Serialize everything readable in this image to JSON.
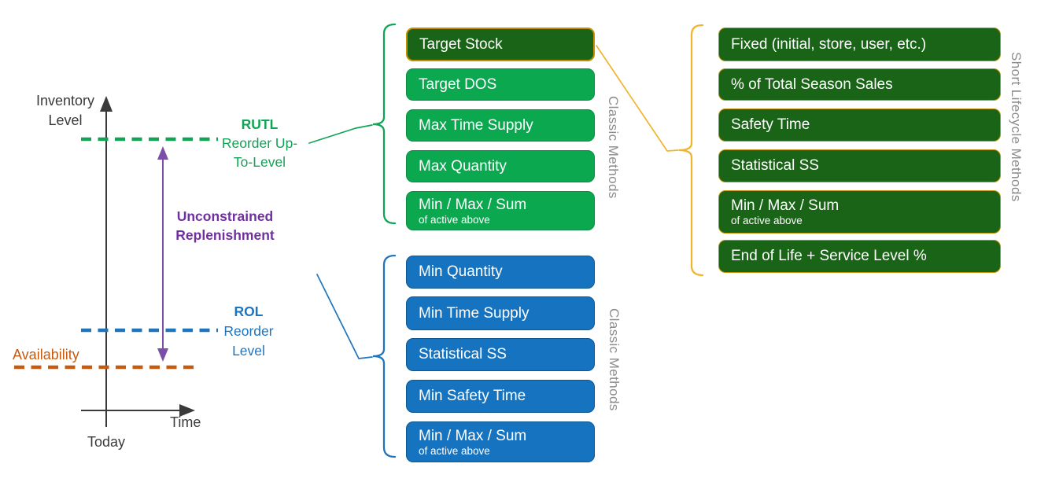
{
  "colors": {
    "dark_green_box": "#1A6418",
    "green_box": "#0BA850",
    "blue_box": "#1673C0",
    "gold_border": "#BF9000",
    "gold_bracket": "#F0B42E",
    "rutl_green": "#12A356",
    "rol_blue": "#1F74BE",
    "availability_orange": "#C55A11",
    "purple_text": "#7030A0",
    "purple_arrow": "#7B4FA8",
    "gray_side_label": "#8C8C8C",
    "axis_black": "#3A3A3A"
  },
  "chart": {
    "y_axis_label_1": "Inventory",
    "y_axis_label_2": "Level",
    "x_axis_label": "Time",
    "today_label": "Today",
    "availability_label": "Availability",
    "rutl": {
      "abbr": "RUTL",
      "desc1": "Reorder Up-",
      "desc2": "To-Level"
    },
    "rol": {
      "abbr": "ROL",
      "desc1": "Reorder",
      "desc2": "Level"
    },
    "unconstrained": {
      "line1": "Unconstrained",
      "line2": "Replenishment"
    }
  },
  "groups": {
    "classic_upper": {
      "side_label": "Classic Methods",
      "items": [
        {
          "label": "Target Stock"
        },
        {
          "label": "Target DOS"
        },
        {
          "label": "Max Time Supply"
        },
        {
          "label": "Max Quantity"
        },
        {
          "label": "Min / Max / Sum",
          "sub": "of active above"
        }
      ]
    },
    "classic_lower": {
      "side_label": "Classic Methods",
      "items": [
        {
          "label": "Min Quantity"
        },
        {
          "label": "Min Time Supply"
        },
        {
          "label": "Statistical SS"
        },
        {
          "label": "Min Safety Time"
        },
        {
          "label": "Min / Max / Sum",
          "sub": "of active above"
        }
      ]
    },
    "short_lifecycle": {
      "side_label": "Short Lifecycle Methods",
      "items": [
        {
          "label": "Fixed (initial, store, user, etc.)"
        },
        {
          "label": "% of Total Season Sales"
        },
        {
          "label": "Safety Time"
        },
        {
          "label": "Statistical SS"
        },
        {
          "label": "Min / Max / Sum",
          "sub": "of active above"
        },
        {
          "label": "End of Life + Service Level %"
        }
      ]
    }
  }
}
